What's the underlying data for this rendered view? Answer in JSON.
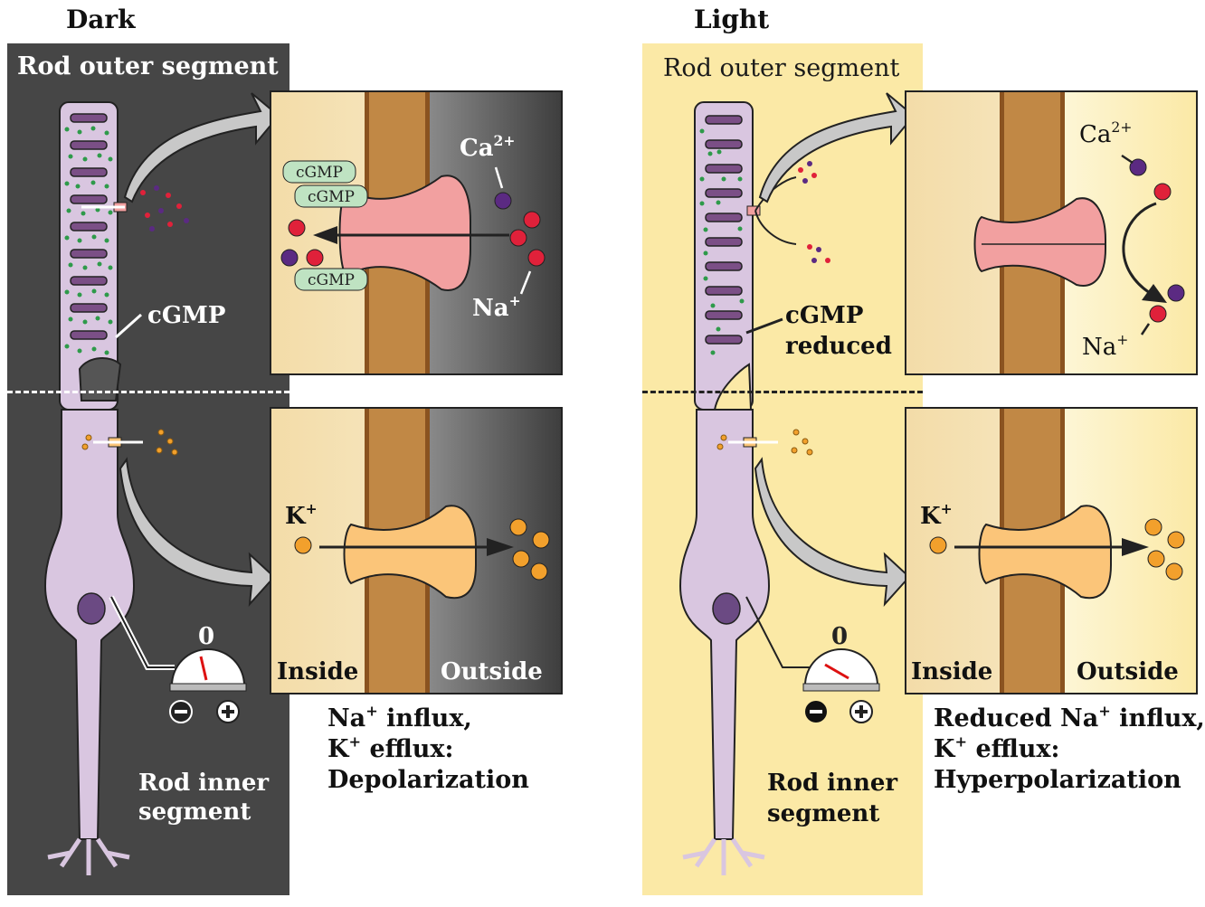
{
  "figure": "Phototransduction in rods: dark vs light",
  "panels": {
    "dark": {
      "title": "Dark",
      "outer_segment_label": "Rod outer segment",
      "cgmp_label": "cGMP",
      "inner_segment_label_1": "Rod inner",
      "inner_segment_label_2": "segment",
      "meter_zero": "0",
      "meter_needle_state": "near zero (depolarized)",
      "channel_inset": {
        "cgmp_tags": [
          "cGMP",
          "cGMP",
          "cGMP"
        ],
        "ca_label": "Ca",
        "ca_charge": "2+",
        "na_label": "Na",
        "na_charge": "+",
        "channel_state": "open",
        "flow": "influx"
      },
      "k_inset": {
        "k_label": "K",
        "k_charge": "+",
        "inside_label": "Inside",
        "outside_label": "Outside",
        "flow": "efflux"
      },
      "caption": {
        "line1_a": "Na",
        "line1_sup": "+",
        "line1_b": " influx,",
        "line2_a": "K",
        "line2_sup": "+",
        "line2_b": " efflux:",
        "line3": "Depolarization"
      }
    },
    "light": {
      "title": "Light",
      "outer_segment_label": "Rod outer segment",
      "cgmp_label_1": "cGMP",
      "cgmp_label_2": "reduced",
      "inner_segment_label_1": "Rod inner",
      "inner_segment_label_2": "segment",
      "meter_zero": "0",
      "meter_needle_state": "deflected negative (hyperpolarized)",
      "channel_inset": {
        "ca_label": "Ca",
        "ca_charge": "2+",
        "na_label": "Na",
        "na_charge": "+",
        "channel_state": "closed"
      },
      "k_inset": {
        "k_label": "K",
        "k_charge": "+",
        "inside_label": "Inside",
        "outside_label": "Outside",
        "flow": "efflux"
      },
      "caption": {
        "line1_a": "Reduced Na",
        "line1_sup": "+",
        "line1_b": " influx,",
        "line2_a": "K",
        "line2_sup": "+",
        "line2_b": " efflux:",
        "line3": "Hyperpolarization"
      }
    }
  },
  "colors": {
    "dark_panel": "#464646",
    "light_panel": "#fbe9a6",
    "rod_cell": "#d9c6e0",
    "disc": "#7b4f86",
    "cgmp_dot": "#2e9a4a",
    "na_ion": "#e0213a",
    "ca_ion": "#5b2a82",
    "k_ion": "#f2a02c",
    "cgmp_channel": "#f2a0a0",
    "k_channel": "#fbc579",
    "membrane": "#c88a3e"
  }
}
